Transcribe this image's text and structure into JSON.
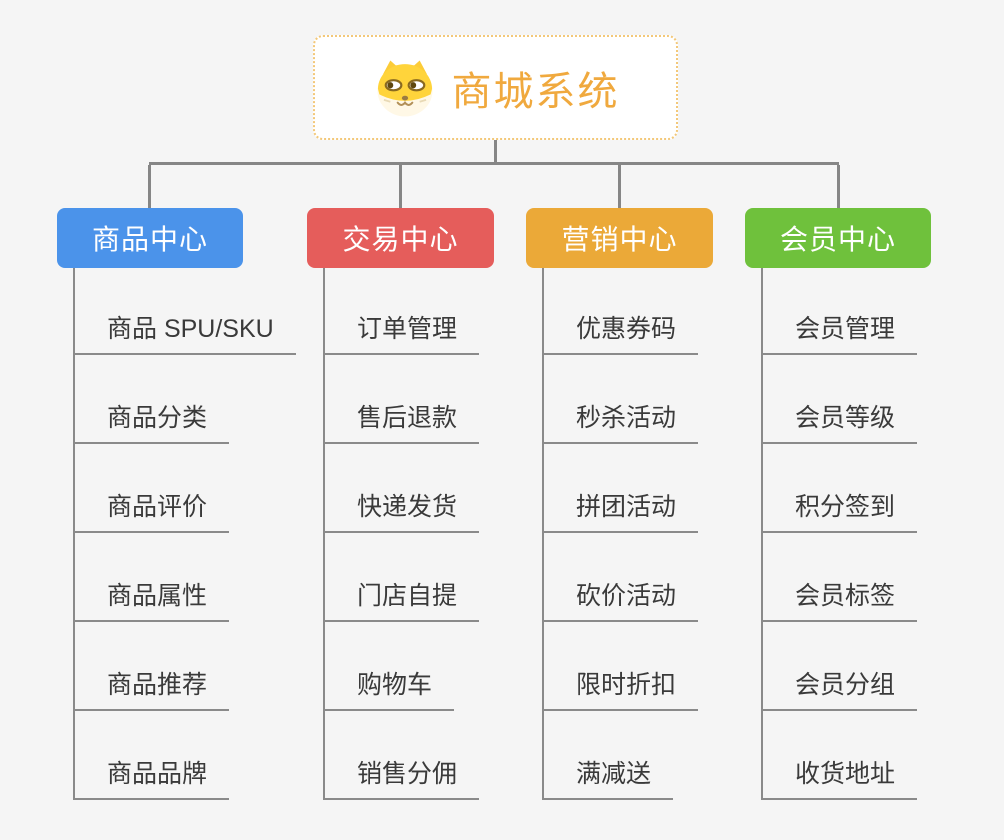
{
  "diagram": {
    "type": "mindmap-org-chart",
    "background_color": "#f5f5f5",
    "connector_color": "#868686",
    "root": {
      "title": "商城系统",
      "icon": "dog-face-icon",
      "text_color": "#f0a93e",
      "border_color": "#f3c879"
    },
    "branches": [
      {
        "label": "商品中心",
        "color": "#4b93ea",
        "children": [
          "商品 SPU/SKU",
          "商品分类",
          "商品评价",
          "商品属性",
          "商品推荐",
          "商品品牌"
        ]
      },
      {
        "label": "交易中心",
        "color": "#e55d5b",
        "children": [
          "订单管理",
          "售后退款",
          "快递发货",
          "门店自提",
          "购物车",
          "销售分佣"
        ]
      },
      {
        "label": "营销中心",
        "color": "#eba938",
        "children": [
          "优惠券码",
          "秒杀活动",
          "拼团活动",
          "砍价活动",
          "限时折扣",
          "满减送"
        ]
      },
      {
        "label": "会员中心",
        "color": "#6fc13c",
        "children": [
          "会员管理",
          "会员等级",
          "积分签到",
          "会员标签",
          "会员分组",
          "收货地址"
        ]
      }
    ]
  }
}
